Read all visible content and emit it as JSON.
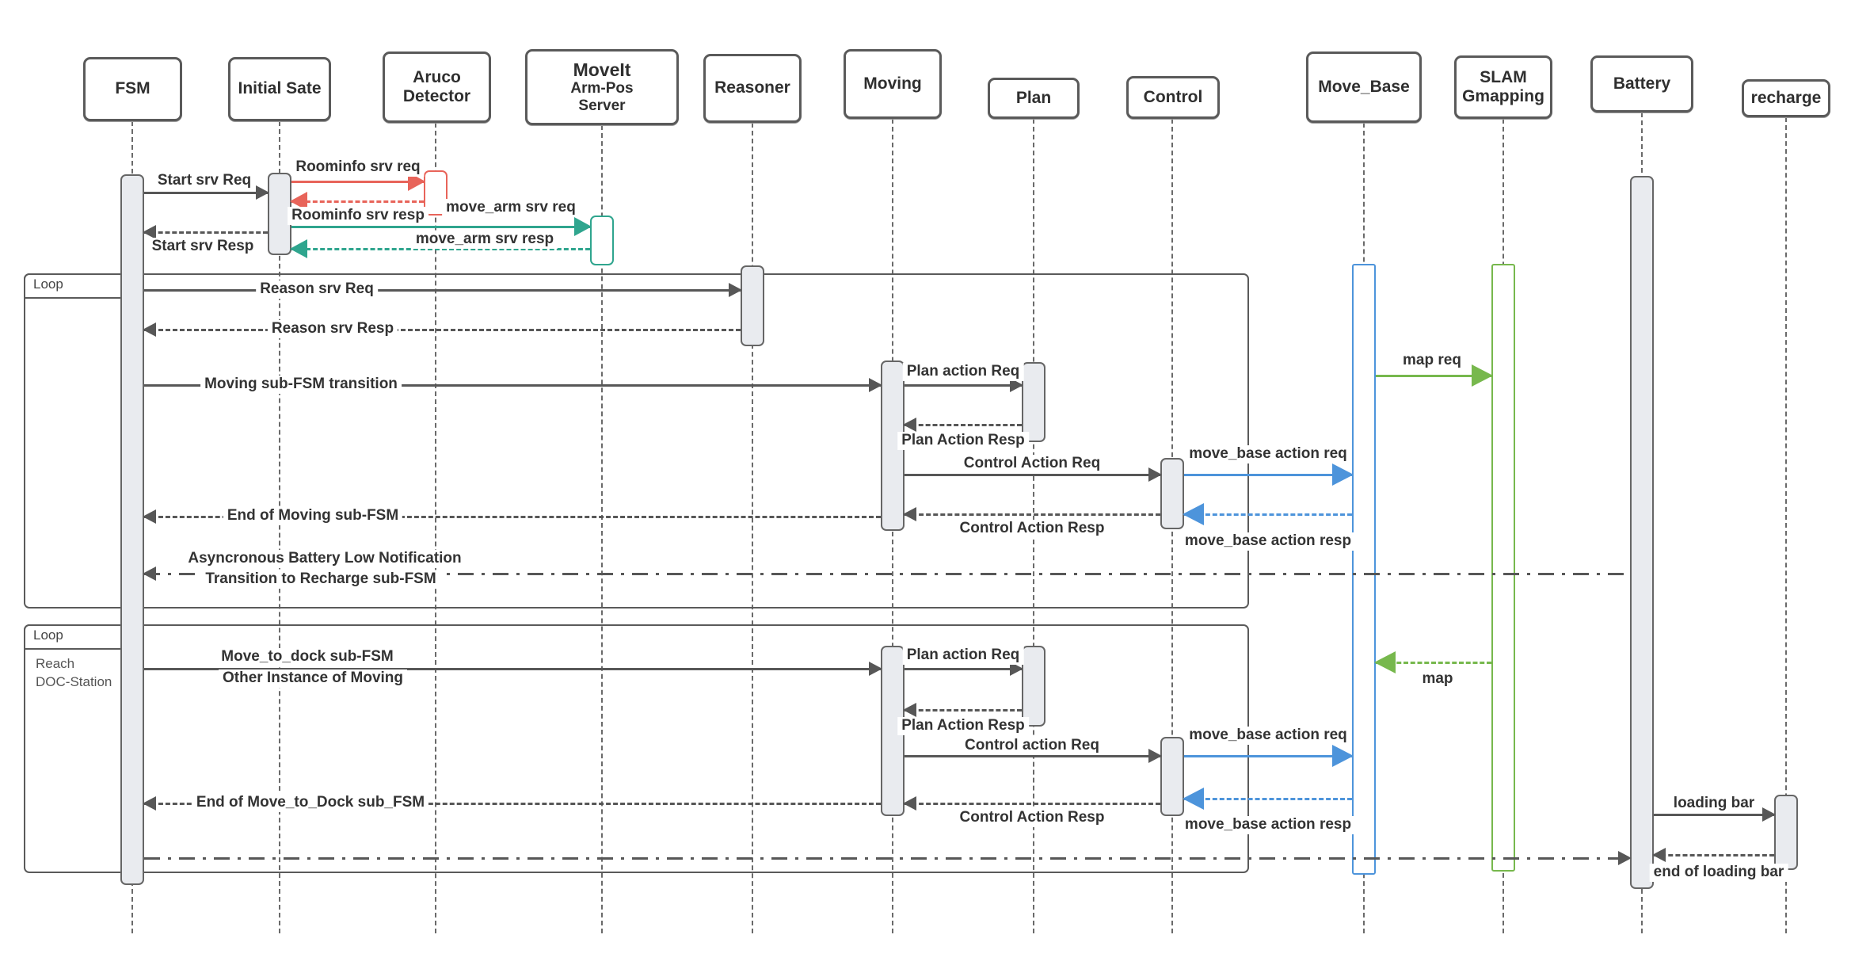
{
  "diagram_type": "uml-sequence-diagram",
  "actors": {
    "fsm": "FSM",
    "initial": "Initial Sate",
    "aruco_1": "Aruco",
    "aruco_2": "Detector",
    "moveit_1": "MoveIt",
    "moveit_2": "Arm-Pos",
    "moveit_3": "Server",
    "reasoner": "Reasoner",
    "moving": "Moving",
    "plan": "Plan",
    "control": "Control",
    "movebase": "Move_Base",
    "slam_1": "SLAM",
    "slam_2": "Gmapping",
    "battery": "Battery",
    "recharge": "recharge"
  },
  "loops": {
    "loop1_title": "Loop",
    "loop2_title": "Loop",
    "loop2_note1": "Reach",
    "loop2_note2": "DOC-Station"
  },
  "messages": {
    "start_req": "Start srv Req",
    "start_resp": "Start srv Resp",
    "roominfo_req": "Roominfo srv req",
    "roominfo_resp": "Roominfo srv resp",
    "move_arm_req": "move_arm srv req",
    "move_arm_resp": "move_arm srv resp",
    "reason_req": "Reason srv Req",
    "reason_resp": "Reason srv Resp",
    "moving_transition": "Moving sub-FSM transition",
    "plan_req1": "Plan action Req",
    "plan_resp1": "Plan Action Resp",
    "control_req1": "Control Action Req",
    "control_resp1": "Control Action Resp",
    "mb_req1": "move_base action req",
    "mb_resp1": "move_base action resp",
    "map_req": "map req",
    "map_resp": "map",
    "end_moving": "End of Moving sub-FSM",
    "async_line1": "Asyncronous Battery Low Notification",
    "async_line2": "Transition to Recharge sub-FSM",
    "dock_line1": "Move_to_dock sub-FSM",
    "dock_line2": "Other Instance of Moving",
    "plan_req2": "Plan action Req",
    "plan_resp2": "Plan Action Resp",
    "control_req2": "Control action Req",
    "control_resp2": "Control Action Resp",
    "mb_req2": "move_base action req",
    "mb_resp2": "move_base action resp",
    "end_dock": "End of Move_to_Dock sub_FSM",
    "loading": "loading bar",
    "end_loading": "end of loading bar"
  },
  "colors": {
    "red": "#e8645a",
    "teal": "#2fa58e",
    "blue": "#4d94db",
    "green": "#77b84d",
    "dark": "#575757"
  }
}
